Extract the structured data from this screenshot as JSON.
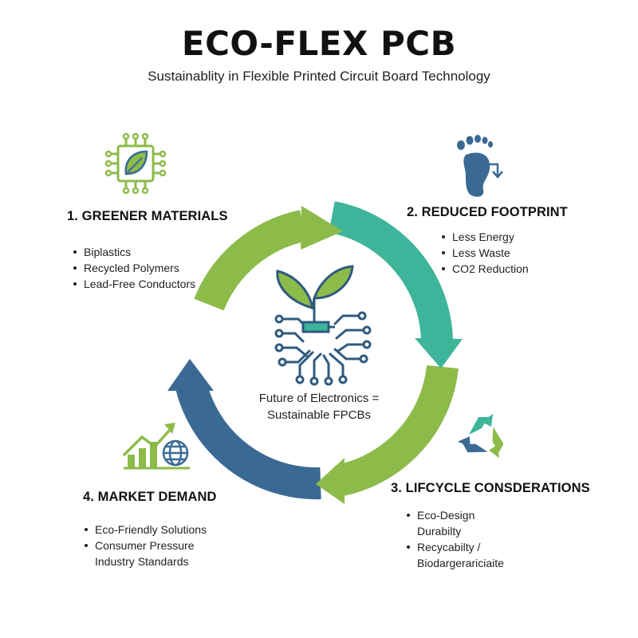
{
  "header": {
    "title": "ECO-FLEX PCB",
    "subtitle": "Sustainablity in Flexible Printed Circuit Board Technology"
  },
  "center": {
    "line1": "Future of Electronics =",
    "line2": "Sustainable FPCBs",
    "icon": "circuit-sprout-icon"
  },
  "sections": [
    {
      "heading": "1. GREENER MATERIALS",
      "icon": "chip-leaf-icon",
      "items": [
        "Biplastics",
        "Recycled Polymers",
        "Lead-Free Conductors"
      ]
    },
    {
      "heading": "2. REDUCED FOOTPRINT",
      "icon": "footprint-down-arrow-icon",
      "items": [
        "Less Energy",
        "Less Waste",
        "CO2 Reduction"
      ]
    },
    {
      "heading": "3. LIFCYCLE CONSDERATIONS",
      "icon": "recycle-icon",
      "items": [
        "Eco-Design",
        "Durabilty",
        "Recycabilty /",
        "Biodargerariciaite"
      ]
    },
    {
      "heading": "4. MARKET DEMAND",
      "icon": "growth-chart-globe-icon",
      "items": [
        "Eco-Friendly Solutions",
        "Consumer Pressure",
        "Industry Standards"
      ]
    }
  ],
  "colors": {
    "green": "#8dbb4a",
    "teal": "#3eb59a",
    "blue": "#3a6a94",
    "navy": "#2f5a7e"
  }
}
